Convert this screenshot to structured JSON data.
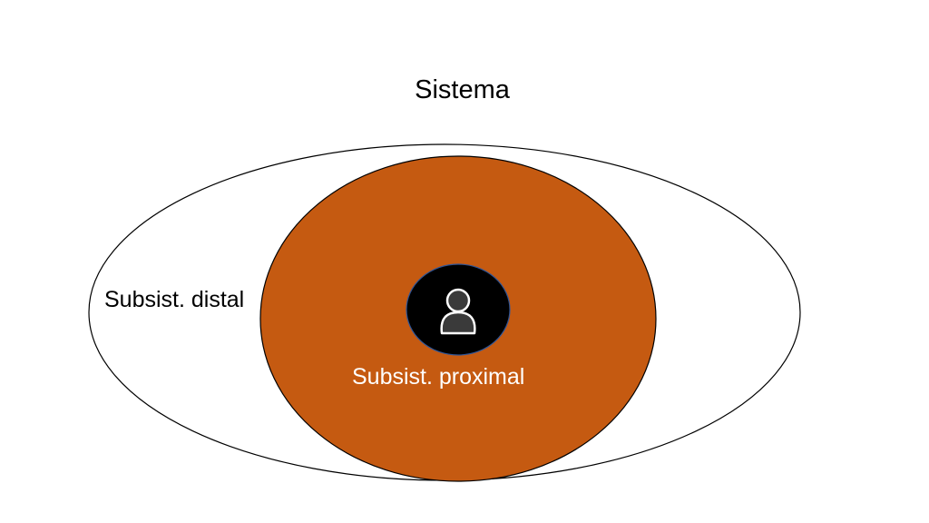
{
  "title": "Sistema",
  "outer": {
    "label": "Subsist. distal"
  },
  "inner": {
    "label": "Subsist. proximal"
  },
  "center": {
    "icon": "person-icon"
  },
  "colors": {
    "outer_fill": "#ffffff",
    "outer_stroke": "#000000",
    "inner_fill": "#c55a11",
    "center_fill": "#000000",
    "center_stroke": "#2f5597",
    "icon_stroke": "#ffffff",
    "icon_fill": "#3a3a3a"
  }
}
